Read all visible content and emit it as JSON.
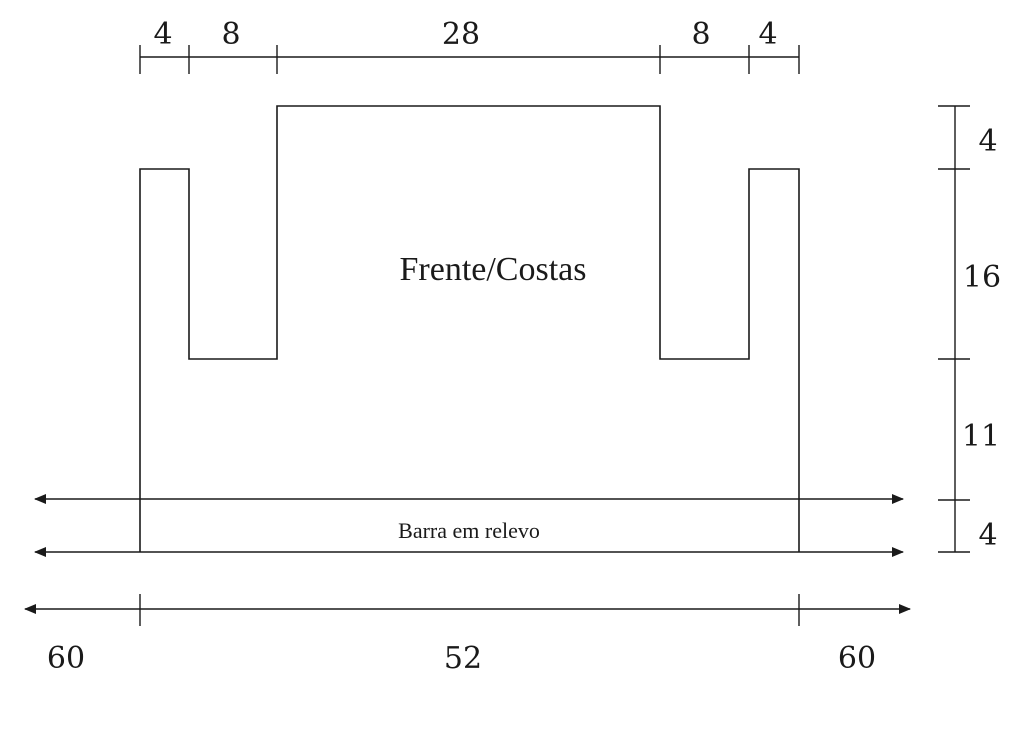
{
  "labels": {
    "piece_name": "Frente/Costas",
    "band_name": "Barra em relevo"
  },
  "top_dimensions": [
    "4",
    "8",
    "28",
    "8",
    "4"
  ],
  "right_dimensions": [
    "4",
    "16",
    "11",
    "4"
  ],
  "bottom_dimensions": {
    "left": "60",
    "center": "52",
    "right": "60"
  },
  "colors": {
    "ink": "#1a1a1a",
    "background": "#ffffff"
  }
}
